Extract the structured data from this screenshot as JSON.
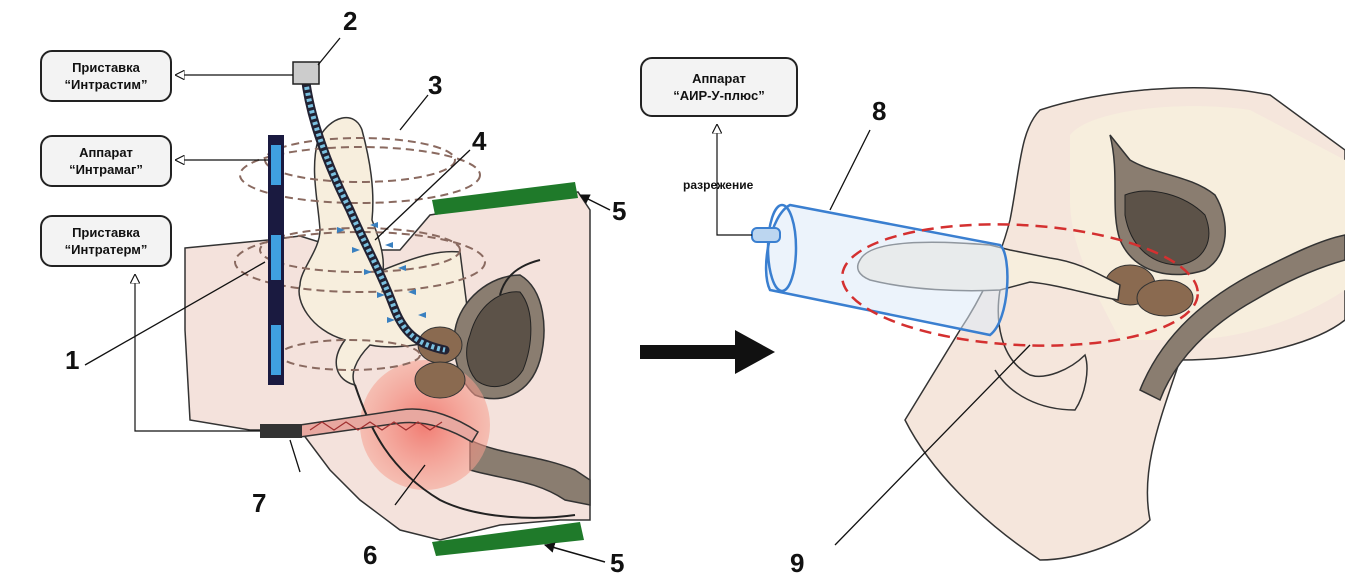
{
  "devices": {
    "intrastim": {
      "line1": "Приставка",
      "line2": "“Интрастим”"
    },
    "intramag": {
      "line1": "Аппарат",
      "line2": "“Интрамаг”"
    },
    "intraterm": {
      "line1": "Приставка",
      "line2": "“Интратерм”"
    },
    "air_u_plus": {
      "line1": "Аппарат",
      "line2": "“АИР-У-плюс”"
    }
  },
  "labels": {
    "vacuum": "разрежение",
    "n1": "1",
    "n2": "2",
    "n3": "3",
    "n4": "4",
    "n5a": "5",
    "n5b": "5",
    "n6": "6",
    "n7": "7",
    "n8": "8",
    "n9": "9"
  },
  "colors": {
    "skin": "#f5e6dc",
    "tissue": "#f7eedd",
    "electrode": "#1f7a2a",
    "coil": "#3fa0e0",
    "coil_body": "#1a1a40",
    "heat": "#f08a80",
    "gland": "#8a6a50",
    "bladder": "#8a7d70",
    "vacuum_tube": "#3a7fd0",
    "dash_field": "#8a6a60",
    "dash_vacuum": "#d43030"
  }
}
